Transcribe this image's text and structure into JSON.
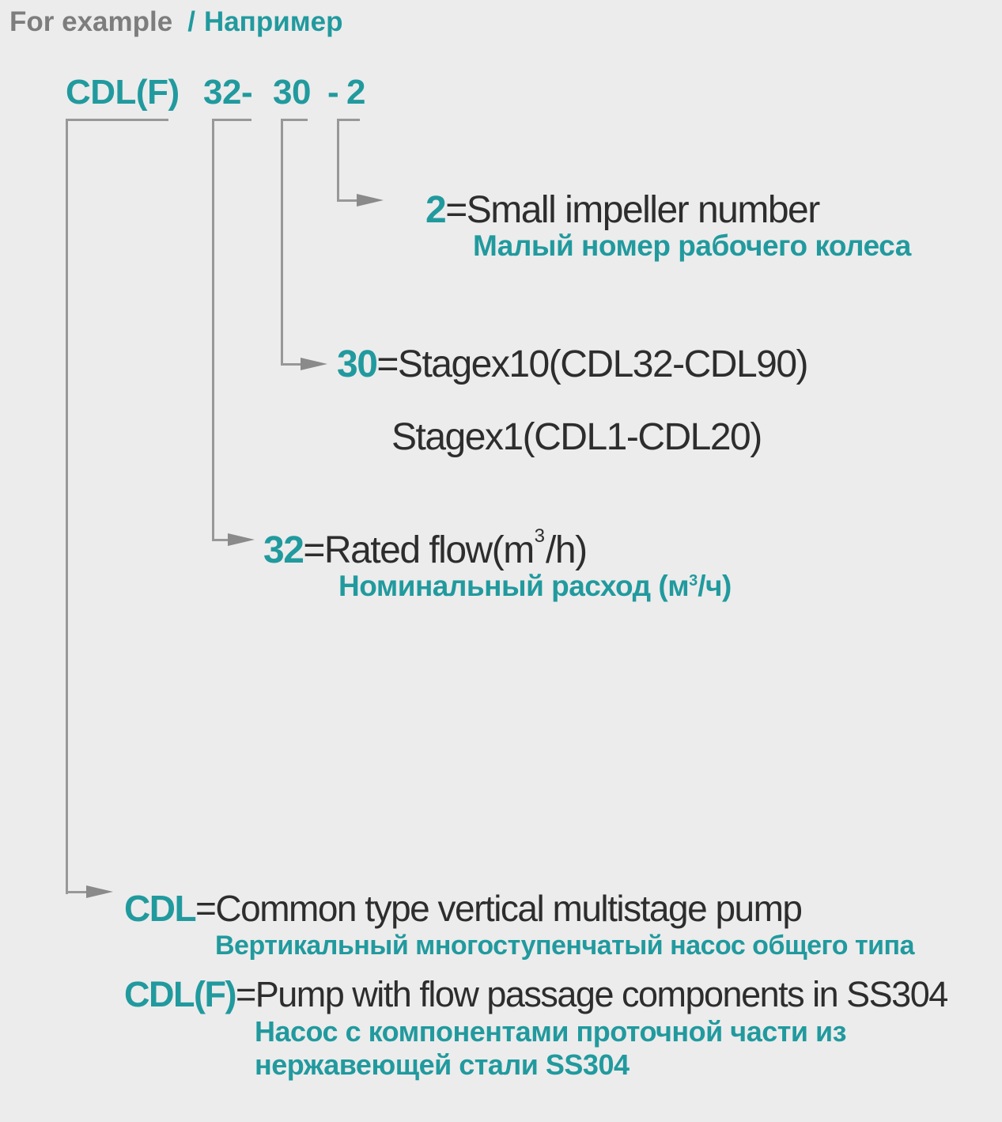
{
  "colors": {
    "background": "#ececec",
    "teal": "#219a9e",
    "dark_text": "#2d2d2d",
    "gray_text": "#7d7d7d",
    "line_gray": "#989898"
  },
  "header": {
    "label_en": "For example",
    "separator": "/",
    "label_ru": "Например"
  },
  "model_code": {
    "parts": [
      "CDL(F)",
      "32-",
      "30",
      "-",
      "2"
    ]
  },
  "annotations": {
    "impeller": {
      "code": "2",
      "desc_en": "=Small impeller number",
      "desc_ru": "Малый номер рабочего колеса"
    },
    "stage": {
      "code": "30",
      "desc_en": "=Stagex10(CDL32-CDL90)",
      "desc_en_alt": "Stagex1(CDL1-CDL20)"
    },
    "flow": {
      "code": "32",
      "desc_en_pre": "=Rated flow(m",
      "sup_en": "3",
      "desc_en_post": "/h)",
      "desc_ru_pre": "Номинальный расход (м",
      "sup_ru": "3",
      "desc_ru_post": "/ч)"
    },
    "series_cdl": {
      "code": "CDL",
      "desc_en": "=Common type vertical multistage pump",
      "desc_ru": "Вертикальный многоступенчатый насос общего типа"
    },
    "series_cdlf": {
      "code": "CDL(F)",
      "desc_en": "=Pump with flow passage components in SS304",
      "desc_ru_line1": "Насос с компонентами проточной части из",
      "desc_ru_line2": "нержавеющей стали SS304"
    }
  }
}
